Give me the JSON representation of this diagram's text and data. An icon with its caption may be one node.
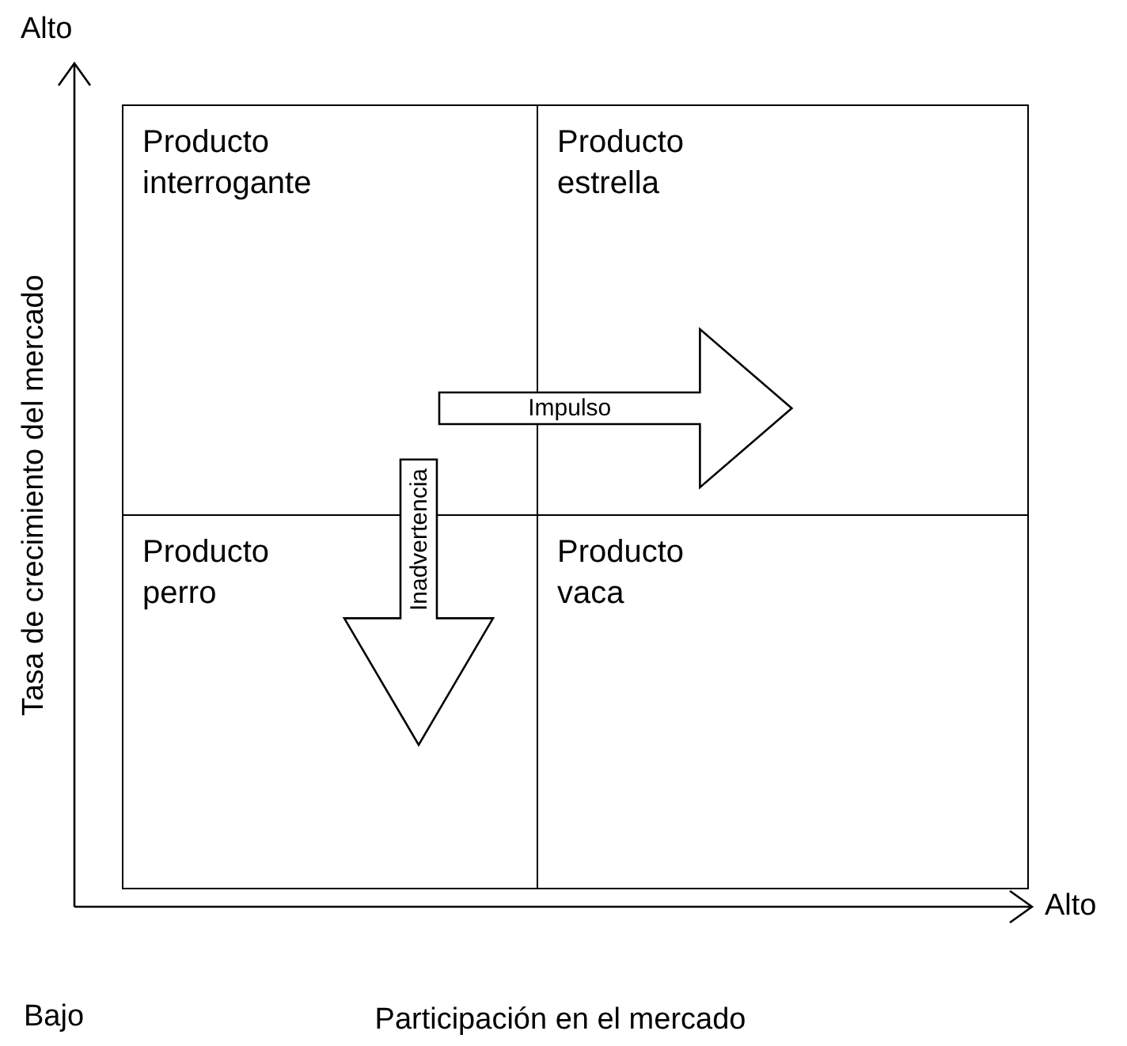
{
  "diagram": {
    "nodes": [
      {
        "text": [
          "Producto interrogante"
        ]
      },
      {
        "text": [
          "Producto estrella"
        ]
      },
      {
        "text": [
          "Producto perro"
        ]
      },
      {
        "text": [
          "Producto vaca"
        ]
      }
    ],
    "edges": [
      {
        "from": 0,
        "to": 1,
        "arrow": "to",
        "label": "Impulso"
      },
      {
        "from": 0,
        "to": 2,
        "arrow": "to",
        "label": "Inadvertencia"
      }
    ],
    "labels": [
      "Alto",
      "Tasa de crecimiento del mercado",
      "Bajo",
      "Participación en el mercado",
      "Alto"
    ]
  }
}
